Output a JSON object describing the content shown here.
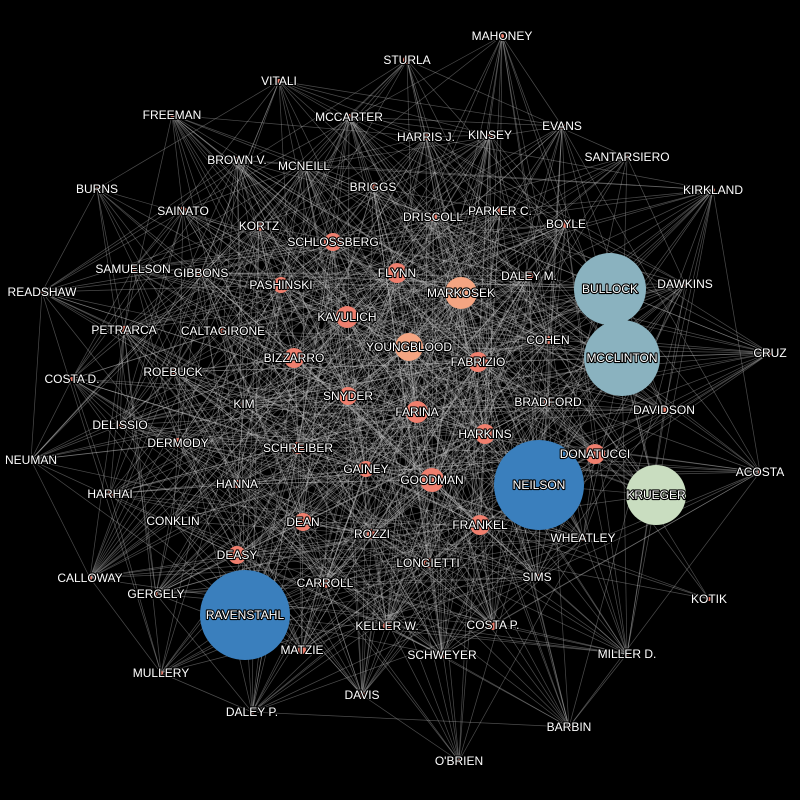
{
  "graph": {
    "background": "#000000",
    "edge_color": "#c8c8c8",
    "colors": {
      "small": "#ef7f6e",
      "medium": "#f4a582",
      "light_blue": "#8ab2bf",
      "blue": "#3a7fbd",
      "pale_green": "#c9ddc0"
    },
    "nodes": [
      {
        "id": "MAHONEY",
        "label": "MAHONEY",
        "color": "small",
        "size": 2
      },
      {
        "id": "STURLA",
        "label": "STURLA",
        "color": "small",
        "size": 4
      },
      {
        "id": "VITALI",
        "label": "VITALI",
        "color": "small",
        "size": 2
      },
      {
        "id": "FREEMAN",
        "label": "FREEMAN",
        "color": "small",
        "size": 2
      },
      {
        "id": "MCCARTER",
        "label": "MCCARTER",
        "color": "small",
        "size": 3
      },
      {
        "id": "HARRISJ",
        "label": "HARRIS J.",
        "color": "small",
        "size": 3
      },
      {
        "id": "KINSEY",
        "label": "KINSEY",
        "color": "small",
        "size": 3
      },
      {
        "id": "EVANS",
        "label": "EVANS",
        "color": "small",
        "size": 3
      },
      {
        "id": "SANTARSIERO",
        "label": "SANTARSIERO",
        "color": "small",
        "size": 2
      },
      {
        "id": "BROWNV",
        "label": "BROWN V.",
        "color": "small",
        "size": 3
      },
      {
        "id": "MCNEILL",
        "label": "MCNEILL",
        "color": "small",
        "size": 3
      },
      {
        "id": "KIRKLAND",
        "label": "KIRKLAND",
        "color": "small",
        "size": 2
      },
      {
        "id": "BURNS",
        "label": "BURNS",
        "color": "small",
        "size": 2
      },
      {
        "id": "BRIGGS",
        "label": "BRIGGS",
        "color": "small",
        "size": 4
      },
      {
        "id": "SAINATO",
        "label": "SAINATO",
        "color": "small",
        "size": 4
      },
      {
        "id": "DRISCOLL",
        "label": "DRISCOLL",
        "color": "small",
        "size": 4
      },
      {
        "id": "PARKERC",
        "label": "PARKER C.",
        "color": "small",
        "size": 4
      },
      {
        "id": "BOYLE",
        "label": "BOYLE",
        "color": "small",
        "size": 4
      },
      {
        "id": "KORTZ",
        "label": "KORTZ",
        "color": "small",
        "size": 5
      },
      {
        "id": "SCHLOSSBERG",
        "label": "SCHLOSSBERG",
        "color": "small",
        "size": 9
      },
      {
        "id": "SAMUELSON",
        "label": "SAMUELSON",
        "color": "small",
        "size": 3
      },
      {
        "id": "GIBBONS",
        "label": "GIBBONS",
        "color": "small",
        "size": 4
      },
      {
        "id": "FLYNN",
        "label": "FLYNN",
        "color": "small",
        "size": 10
      },
      {
        "id": "DALEYM",
        "label": "DALEY M.",
        "color": "small",
        "size": 4
      },
      {
        "id": "BULLOCK",
        "label": "BULLOCK",
        "color": "light_blue",
        "size": 36
      },
      {
        "id": "DAWKINS",
        "label": "DAWKINS",
        "color": "small",
        "size": 2
      },
      {
        "id": "READSHAW",
        "label": "READSHAW",
        "color": "small",
        "size": 2
      },
      {
        "id": "PASHINSKI",
        "label": "PASHINSKI",
        "color": "small",
        "size": 8
      },
      {
        "id": "MARKOSEK",
        "label": "MARKOSEK",
        "color": "medium",
        "size": 16
      },
      {
        "id": "KAVULICH",
        "label": "KAVULICH",
        "color": "small",
        "size": 11
      },
      {
        "id": "PETRARCA",
        "label": "PETRARCA",
        "color": "small",
        "size": 4
      },
      {
        "id": "CALTAGIRONE",
        "label": "CALTAGIRONE",
        "color": "small",
        "size": 4
      },
      {
        "id": "COHEN",
        "label": "COHEN",
        "color": "small",
        "size": 4
      },
      {
        "id": "MCCLINTON",
        "label": "MCCLINTON",
        "color": "light_blue",
        "size": 38
      },
      {
        "id": "CRUZ",
        "label": "CRUZ",
        "color": "small",
        "size": 2
      },
      {
        "id": "YOUNGBLOOD",
        "label": "YOUNGBLOOD",
        "color": "medium",
        "size": 14
      },
      {
        "id": "COSTAD",
        "label": "COSTA D.",
        "color": "small",
        "size": 2
      },
      {
        "id": "ROEBUCK",
        "label": "ROEBUCK",
        "color": "small",
        "size": 4
      },
      {
        "id": "BIZZARRO",
        "label": "BIZZARRO",
        "color": "small",
        "size": 10
      },
      {
        "id": "FABRIZIO",
        "label": "FABRIZIO",
        "color": "small",
        "size": 10
      },
      {
        "id": "SNYDER",
        "label": "SNYDER",
        "color": "small",
        "size": 9
      },
      {
        "id": "BRADFORD",
        "label": "BRADFORD",
        "color": "small",
        "size": 4
      },
      {
        "id": "DAVIDSON",
        "label": "DAVIDSON",
        "color": "small",
        "size": 3
      },
      {
        "id": "KIM",
        "label": "KIM",
        "color": "small",
        "size": 3
      },
      {
        "id": "FARINA",
        "label": "FARINA",
        "color": "small",
        "size": 11
      },
      {
        "id": "DELISSIO",
        "label": "DELISSIO",
        "color": "small",
        "size": 3
      },
      {
        "id": "HARKINS",
        "label": "HARKINS",
        "color": "small",
        "size": 10
      },
      {
        "id": "DERMODY",
        "label": "DERMODY",
        "color": "small",
        "size": 5
      },
      {
        "id": "SCHREIBER",
        "label": "SCHREIBER",
        "color": "small",
        "size": 6
      },
      {
        "id": "DONATUCCI",
        "label": "DONATUCCI",
        "color": "small",
        "size": 10
      },
      {
        "id": "NEUMAN",
        "label": "NEUMAN",
        "color": "small",
        "size": 2
      },
      {
        "id": "ACOSTA",
        "label": "ACOSTA",
        "color": "small",
        "size": 2
      },
      {
        "id": "GAINEY",
        "label": "GAINEY",
        "color": "small",
        "size": 8
      },
      {
        "id": "HANNA",
        "label": "HANNA",
        "color": "small",
        "size": 4
      },
      {
        "id": "GOODMAN",
        "label": "GOODMAN",
        "color": "small",
        "size": 12
      },
      {
        "id": "NEILSON",
        "label": "NEILSON",
        "color": "blue",
        "size": 45
      },
      {
        "id": "HARHAI",
        "label": "HARHAI",
        "color": "small",
        "size": 3
      },
      {
        "id": "KRUEGER",
        "label": "KRUEGER",
        "color": "pale_green",
        "size": 30
      },
      {
        "id": "CONKLIN",
        "label": "CONKLIN",
        "color": "small",
        "size": 3
      },
      {
        "id": "DEAN",
        "label": "DEAN",
        "color": "small",
        "size": 9
      },
      {
        "id": "FRANKEL",
        "label": "FRANKEL",
        "color": "small",
        "size": 10
      },
      {
        "id": "ROZZI",
        "label": "ROZZI",
        "color": "small",
        "size": 5
      },
      {
        "id": "WHEATLEY",
        "label": "WHEATLEY",
        "color": "small",
        "size": 3
      },
      {
        "id": "DEASY",
        "label": "DEASY",
        "color": "small",
        "size": 9
      },
      {
        "id": "LONGIETTI",
        "label": "LONGIETTI",
        "color": "small",
        "size": 5
      },
      {
        "id": "CALLOWAY",
        "label": "CALLOWAY",
        "color": "small",
        "size": 2
      },
      {
        "id": "SIMS",
        "label": "SIMS",
        "color": "small",
        "size": 3
      },
      {
        "id": "CARROLL",
        "label": "CARROLL",
        "color": "small",
        "size": 5
      },
      {
        "id": "GERGELY",
        "label": "GERGELY",
        "color": "small",
        "size": 2
      },
      {
        "id": "KOTIK",
        "label": "KOTIK",
        "color": "small",
        "size": 2
      },
      {
        "id": "RAVENSTAHL",
        "label": "RAVENSTAHL",
        "color": "blue",
        "size": 45
      },
      {
        "id": "COSTAP",
        "label": "COSTA P.",
        "color": "small",
        "size": 5
      },
      {
        "id": "KELLERW",
        "label": "KELLER W.",
        "color": "small",
        "size": 4
      },
      {
        "id": "MATZIE",
        "label": "MATZIE",
        "color": "small",
        "size": 4
      },
      {
        "id": "SCHWEYER",
        "label": "SCHWEYER",
        "color": "small",
        "size": 3
      },
      {
        "id": "MILLERD",
        "label": "MILLER D.",
        "color": "small",
        "size": 2
      },
      {
        "id": "MULLERY",
        "label": "MULLERY",
        "color": "small",
        "size": 2
      },
      {
        "id": "DAVIS",
        "label": "DAVIS",
        "color": "small",
        "size": 3
      },
      {
        "id": "DALEYP",
        "label": "DALEY P.",
        "color": "small",
        "size": 2
      },
      {
        "id": "BARBIN",
        "label": "BARBIN",
        "color": "small",
        "size": 2
      },
      {
        "id": "OBRIEN",
        "label": "O'BRIEN",
        "color": "small",
        "size": 2
      }
    ]
  }
}
